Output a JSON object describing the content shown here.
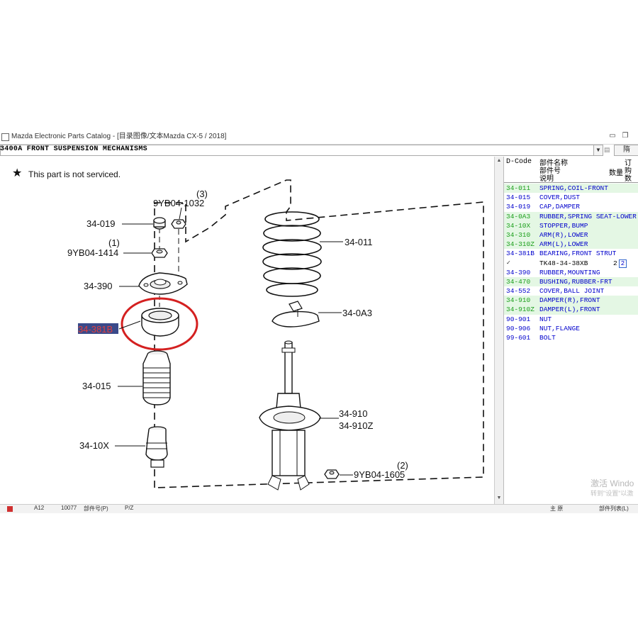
{
  "window": {
    "title": "Mazda Electronic Parts Catalog - [目录图像/文本Mazda CX-5 / 2018]",
    "path": "3400A  FRONT SUSPENSION MECHANISMS",
    "right_label": "隋"
  },
  "diagram": {
    "not_serviced_note": "This part is not serviced.",
    "labels": [
      {
        "id": "lbl-34-019",
        "text": "34-019"
      },
      {
        "id": "lbl-9yb04-1414",
        "text": "9YB04-1414"
      },
      {
        "id": "lbl-qty-1",
        "text": "(1)"
      },
      {
        "id": "lbl-9yb04-1032",
        "text": "9YB04-1032"
      },
      {
        "id": "lbl-qty-3",
        "text": "(3)"
      },
      {
        "id": "lbl-34-390",
        "text": "34-390"
      },
      {
        "id": "lbl-34-381b",
        "text": "34-381B"
      },
      {
        "id": "lbl-34-015",
        "text": "34-015"
      },
      {
        "id": "lbl-34-10x",
        "text": "34-10X"
      },
      {
        "id": "lbl-34-011",
        "text": "34-011"
      },
      {
        "id": "lbl-34-0a3",
        "text": "34-0A3"
      },
      {
        "id": "lbl-34-910",
        "text": "34-910"
      },
      {
        "id": "lbl-34-910z",
        "text": "34-910Z"
      },
      {
        "id": "lbl-9yb04-1605",
        "text": "9YB04-1605"
      },
      {
        "id": "lbl-qty-2",
        "text": "(2)"
      }
    ],
    "highlight_color": "#d42020",
    "selected_label_bg": "#3a4a8a"
  },
  "parts_panel": {
    "col_dcode": "D-Code",
    "col_name_1": "部件名称",
    "col_name_2": "部件号",
    "col_name_3": "说明",
    "col_qty": "数量",
    "col_order_1": "订",
    "col_order_2": "购",
    "col_order_3": "数",
    "rows": [
      {
        "code": "34-011",
        "name": "SPRING,COIL-FRONT",
        "style": "g"
      },
      {
        "code": "34-015",
        "name": "COVER,DUST",
        "style": "b"
      },
      {
        "code": "34-019",
        "name": "CAP,DAMPER",
        "style": "b"
      },
      {
        "code": "34-0A3",
        "name": "RUBBER,SPRING SEAT-LOWER",
        "style": "g"
      },
      {
        "code": "34-10X",
        "name": "STOPPER,BUMP",
        "style": "g"
      },
      {
        "code": "34-310",
        "name": "ARM(R),LOWER",
        "style": "g"
      },
      {
        "code": "34-310Z",
        "name": "ARM(L),LOWER",
        "style": "g"
      },
      {
        "code": "34-381B",
        "name": "BEARING,FRONT STRUT",
        "style": "b"
      }
    ],
    "sub_row": {
      "mark": "✓",
      "part_no": "TK48-34-38XB",
      "qty": "2",
      "order": "2"
    },
    "rows2": [
      {
        "code": "34-390",
        "name": "RUBBER,MOUNTING",
        "style": "b"
      },
      {
        "code": "34-470",
        "name": "BUSHING,RUBBER-FRT",
        "style": "g"
      },
      {
        "code": "34-552",
        "name": "COVER,BALL JOINT",
        "style": "b"
      },
      {
        "code": "34-910",
        "name": "DAMPER(R),FRONT",
        "style": "g"
      },
      {
        "code": "34-910Z",
        "name": "DAMPER(L),FRONT",
        "style": "g"
      },
      {
        "code": "90-901",
        "name": "NUT",
        "style": "b"
      },
      {
        "code": "90-906",
        "name": "NUT,FLANGE",
        "style": "b"
      },
      {
        "code": "99-601",
        "name": "BOLT",
        "style": "b"
      }
    ]
  },
  "watermark": {
    "line1": "激活 Windo",
    "line2": "转到\"设置\"以激"
  },
  "status": {
    "left": "",
    "mid1": "A12",
    "mid2": "10077",
    "mid3": "部件号(P)",
    "mid4": "P/Z",
    "right1": "主 原",
    "right2": "部件列表(L)"
  }
}
